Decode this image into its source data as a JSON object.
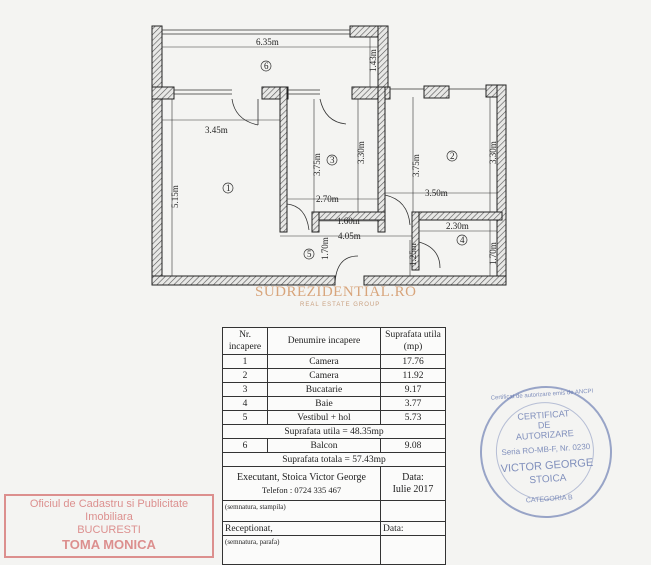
{
  "plan": {
    "rooms": [
      "1",
      "2",
      "3",
      "4",
      "5",
      "6"
    ],
    "dimensions": {
      "balcony_width": "6.35m",
      "balcony_depth": "1.43m",
      "room1_width": "3.45m",
      "room1_length": "5.15m",
      "room3_length": "3.75m",
      "room3_inner": "3.30m",
      "room3_width": "2.70m",
      "room2_length": "3.75m",
      "room2_inner": "3.30m",
      "room2_width": "3.50m",
      "hall_width": "1.60m",
      "hall_length": "4.05m",
      "hall_depth": "1.70m",
      "bath_width": "2.30m",
      "bath_depth": "1.70m",
      "bath_door": "1.25m"
    }
  },
  "watermark": {
    "brand": "SUDREZIDENTIAL.RO",
    "tagline": "REAL ESTATE GROUP"
  },
  "table": {
    "headers": [
      "Nr. incapere",
      "Denumire incapere",
      "Suprafata utila (mp)"
    ],
    "rows": [
      [
        "1",
        "Camera",
        "17.76"
      ],
      [
        "2",
        "Camera",
        "11.92"
      ],
      [
        "3",
        "Bucatarie",
        "9.17"
      ],
      [
        "4",
        "Baie",
        "3.77"
      ],
      [
        "5",
        "Vestibul + hol",
        "5.73"
      ]
    ],
    "subtotal": "Suprafata utila = 48.35mp",
    "balcony_row": [
      "6",
      "Balcon",
      "9.08"
    ],
    "total": "Suprafata totala = 57.43mp",
    "executant": "Executant, Stoica Victor George",
    "phone": "Telefon : 0724 335 467",
    "date_label": "Data:",
    "date_value": "Iulie 2017",
    "sign_note": "(semnatura, stampila)",
    "receptionat": "Receptionat,",
    "receptionat_date": "Data:",
    "sign_note2": "(semnatura, parafa)"
  },
  "stamps": {
    "ocpi": [
      "Oficiul de Cadastru si Publicitate Imobiliara",
      "BUCURESTI",
      "TOMA MONICA"
    ],
    "certificate": {
      "ring_text": "Certificat de autorizare emis de ANCPI",
      "lines": [
        "CERTIFICAT",
        "DE",
        "AUTORIZARE",
        "Seria RO-MB-F, Nr. 0230",
        "VICTOR GEORGE",
        "STOICA",
        "CATEGORIA B"
      ],
      "color": "#5a6eaa"
    },
    "ocpi_color": "#c83c3c"
  }
}
